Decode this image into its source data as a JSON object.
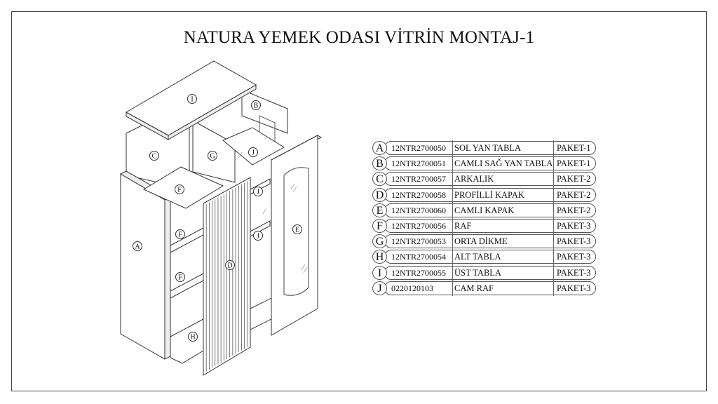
{
  "title": "NATURA YEMEK ODASI VİTRİN MONTAJ-1",
  "diagram_labels": {
    "I": "I",
    "B": "B",
    "C": "C",
    "G": "G",
    "J1": "J",
    "F1": "F",
    "J2": "J",
    "A": "A",
    "F2": "F",
    "J3": "J",
    "E": "E",
    "D": "D",
    "F3": "F",
    "H": "H"
  },
  "parts": [
    {
      "letter": "A",
      "code": "12NTR2700050",
      "name": "SOL YAN TABLA",
      "package": "PAKET-1"
    },
    {
      "letter": "B",
      "code": "12NTR2700051",
      "name": "CAMLI SAĞ YAN TABLA",
      "package": "PAKET-1"
    },
    {
      "letter": "C",
      "code": "12NTR2700057",
      "name": "ARKALIK",
      "package": "PAKET-2"
    },
    {
      "letter": "D",
      "code": "12NTR2700058",
      "name": "PROFİLLİ KAPAK",
      "package": "PAKET-2"
    },
    {
      "letter": "E",
      "code": "12NTR2700060",
      "name": "CAMLI KAPAK",
      "package": "PAKET-2"
    },
    {
      "letter": "F",
      "code": "12NTR2700056",
      "name": "RAF",
      "package": "PAKET-3"
    },
    {
      "letter": "G",
      "code": "12NTR2700053",
      "name": "ORTA DİKME",
      "package": "PAKET-3"
    },
    {
      "letter": "H",
      "code": "12NTR2700054",
      "name": "ALT TABLA",
      "package": "PAKET-3"
    },
    {
      "letter": "I",
      "code": "12NTR2700055",
      "name": "ÜST TABLA",
      "package": "PAKET-3"
    },
    {
      "letter": "J",
      "code": "0220120103",
      "name": "CAM RAF",
      "package": "PAKET-3"
    }
  ]
}
